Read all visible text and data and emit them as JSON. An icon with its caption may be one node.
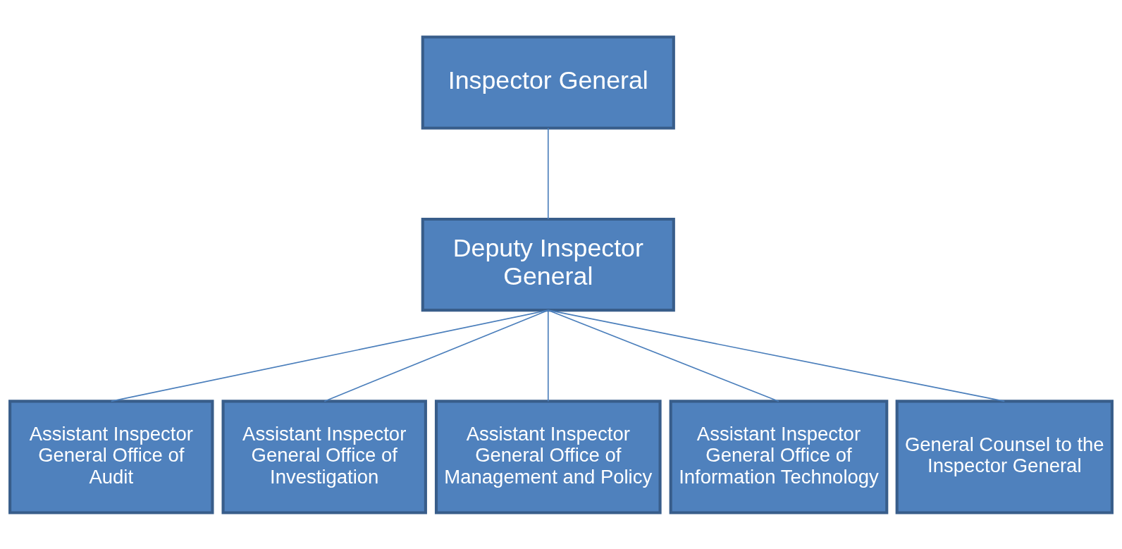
{
  "diagram": {
    "nodes": [
      {
        "text": [
          "Inspector General"
        ]
      },
      {
        "text": [
          "Deputy Inspector General"
        ]
      },
      {
        "text": [
          "Assistant Inspector General Office of Audit"
        ]
      },
      {
        "text": [
          "Assistant Inspector General Office of Investigation"
        ]
      },
      {
        "text": [
          "Assistant Inspector General Office of Management and Policy"
        ]
      },
      {
        "text": [
          "Assistant Inspector General Office of Information Technology"
        ]
      },
      {
        "text": [
          "General Counsel to the Inspector General"
        ]
      }
    ],
    "edges": [
      {
        "from": 0,
        "to": 1,
        "arrow": "none"
      },
      {
        "from": 1,
        "to": 2,
        "arrow": "none"
      },
      {
        "from": 1,
        "to": 3,
        "arrow": "none"
      },
      {
        "from": 1,
        "to": 4,
        "arrow": "none"
      },
      {
        "from": 1,
        "to": 5,
        "arrow": "none"
      },
      {
        "from": 1,
        "to": 6,
        "arrow": "none"
      }
    ]
  }
}
